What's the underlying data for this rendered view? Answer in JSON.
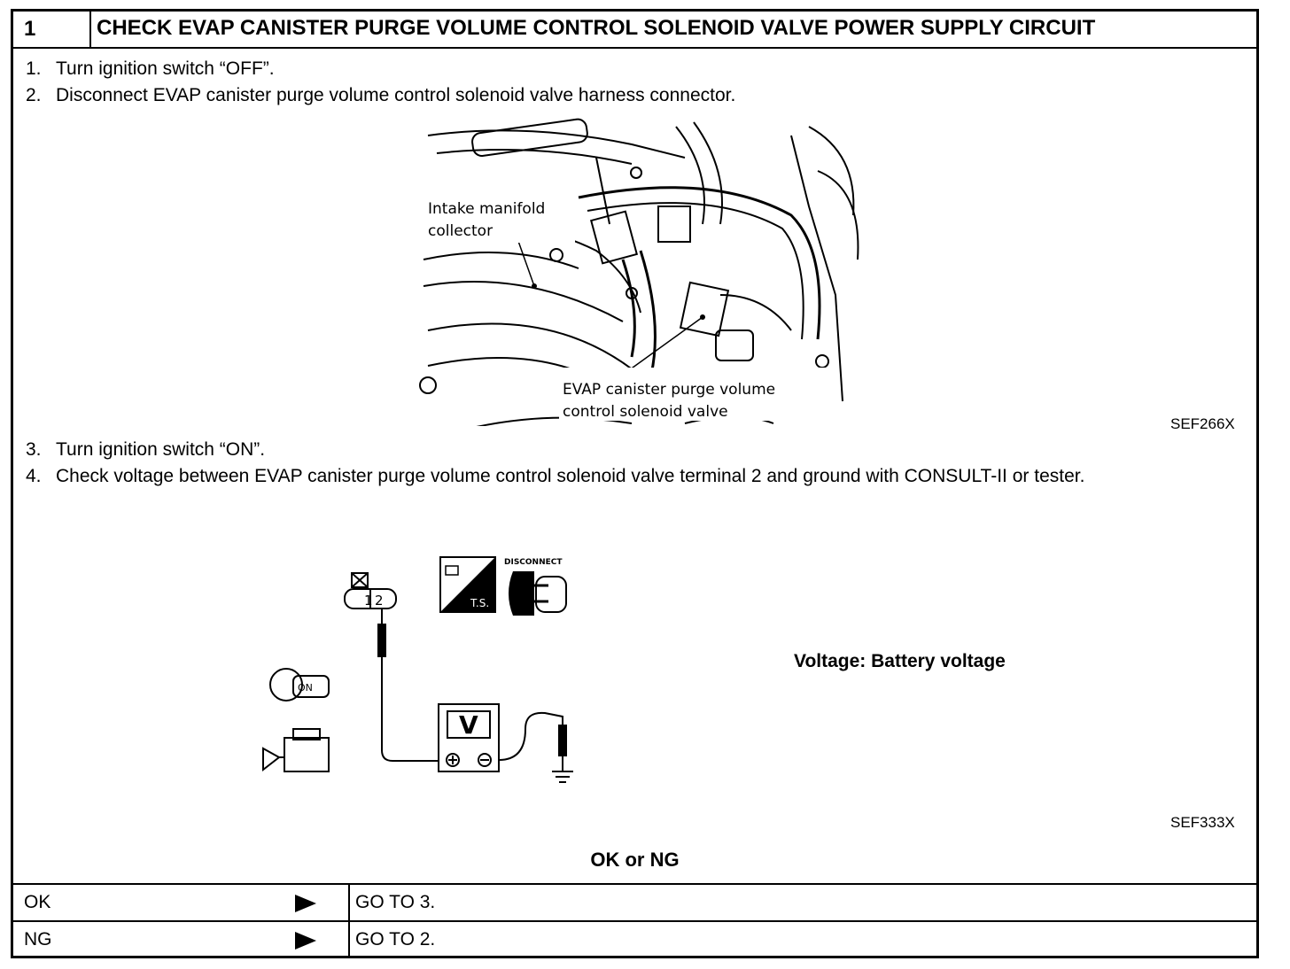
{
  "header": {
    "number": "1",
    "title": "CHECK EVAP CANISTER PURGE VOLUME CONTROL SOLENOID VALVE POWER SUPPLY CIRCUIT"
  },
  "steps": [
    {
      "num": "1.",
      "text": "Turn ignition switch “OFF”."
    },
    {
      "num": "2.",
      "text": "Disconnect EVAP canister purge volume control solenoid valve harness connector."
    },
    {
      "num": "3.",
      "text": "Turn ignition switch “ON”."
    },
    {
      "num": "4.",
      "text": "Check voltage between EVAP canister purge volume control solenoid valve terminal 2 and ground with CONSULT-II or tester."
    }
  ],
  "figure1": {
    "code": "SEF266X",
    "labels": {
      "intake_line1": "Intake manifold",
      "intake_line2": "collector",
      "valve_line1": "EVAP canister purge volume",
      "valve_line2": "control solenoid valve"
    }
  },
  "figure2": {
    "code": "SEF333X",
    "connector_pins": [
      "1",
      "2"
    ],
    "ts_label": "T.S.",
    "disconnect_label": "DISCONNECT",
    "key_label": "ON",
    "meter_label": "V",
    "voltage_spec": "Voltage: Battery voltage"
  },
  "decision": {
    "title": "OK or NG",
    "rows": [
      {
        "result": "OK",
        "action": "GO TO 3."
      },
      {
        "result": "NG",
        "action": "GO TO 2."
      }
    ]
  }
}
